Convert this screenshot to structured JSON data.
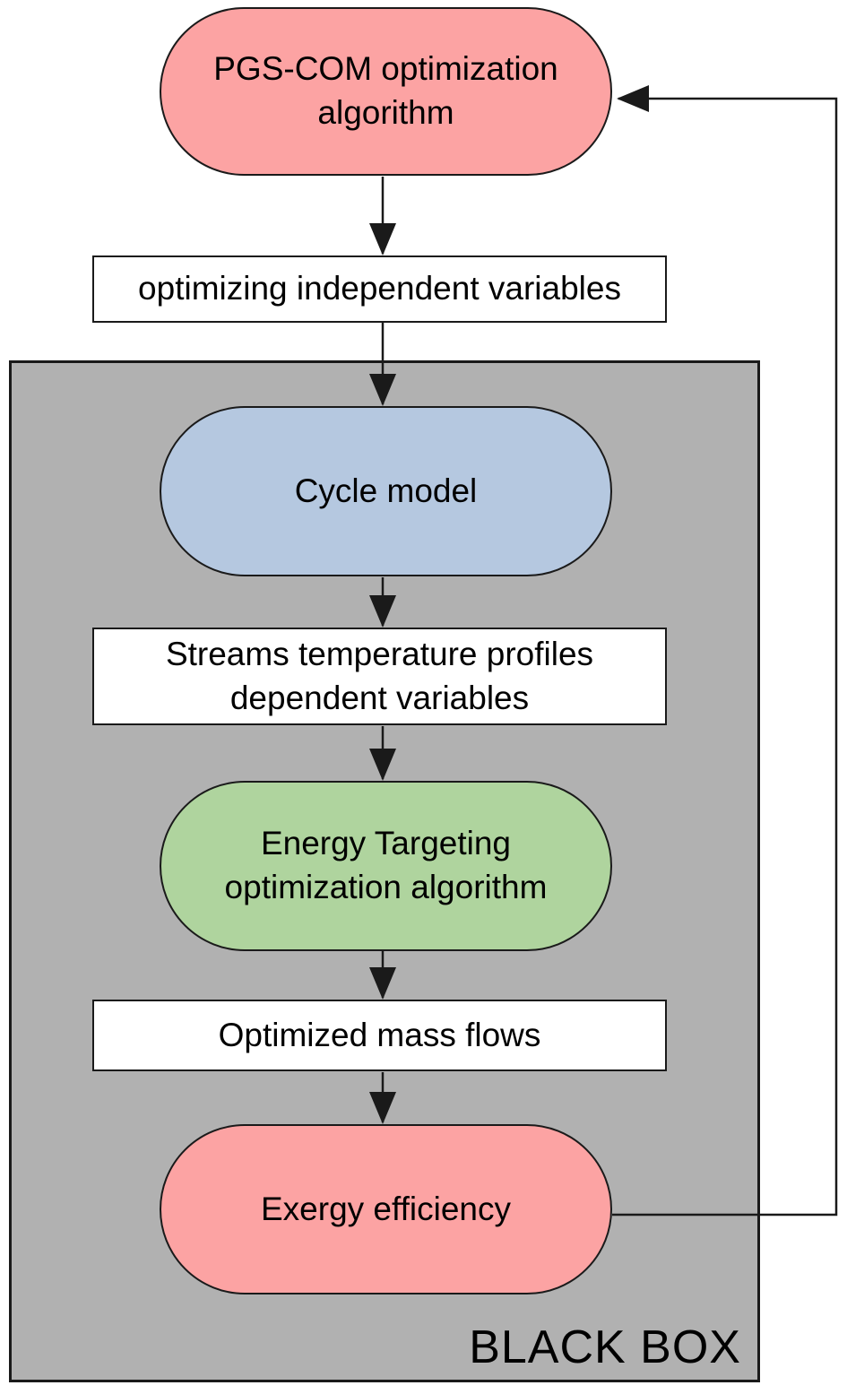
{
  "diagram": {
    "nodes": {
      "pgs_com": {
        "label": "PGS-COM optimization\nalgorithm"
      },
      "optimizing_vars": {
        "label": "optimizing independent variables"
      },
      "cycle_model": {
        "label": "Cycle model"
      },
      "streams_profiles": {
        "label": "Streams temperature profiles\ndependent variables"
      },
      "energy_targeting": {
        "label": "Energy Targeting\noptimization algorithm"
      },
      "optimized_flows": {
        "label": "Optimized mass flows"
      },
      "exergy_efficiency": {
        "label": "Exergy efficiency"
      }
    },
    "container_label": "BLACK BOX",
    "colors": {
      "pink": "#FCA3A3",
      "blue": "#B5C8E0",
      "green": "#AFD49E",
      "gray_box": "#B1B1B1",
      "line": "#1a1a1a",
      "white_box": "#ffffff"
    }
  }
}
